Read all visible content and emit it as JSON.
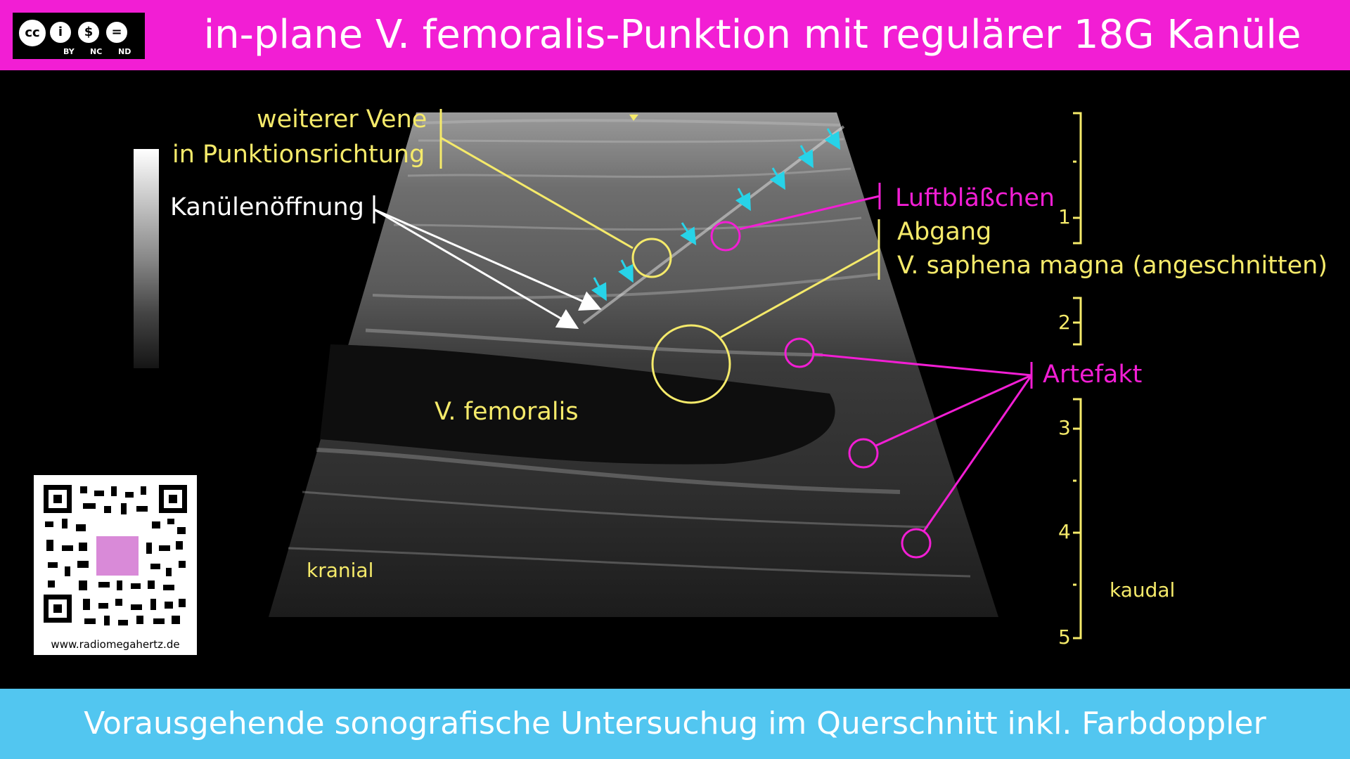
{
  "header": {
    "title": "in-plane V. femoralis-Punktion mit regulärer 18G Kanüle",
    "background": "#f21ed4",
    "license": {
      "icons": [
        "cc-icon",
        "by-icon",
        "nc-icon",
        "nd-icon"
      ],
      "labels": [
        "BY",
        "NC",
        "ND"
      ]
    }
  },
  "footer": {
    "text": "Vorausgehende sonografische Untersuchug im Querschnitt inkl. Farbdoppler",
    "background": "#52c6f0"
  },
  "colors": {
    "yellow": "#f5ea6a",
    "magenta": "#f21ed4",
    "white": "#ffffff",
    "cyan": "#27d3e8"
  },
  "annotations": {
    "weitere_vene": [
      "weiterer Vene",
      "in Punktionsrichtung"
    ],
    "kanuelenoeffnung": "Kanülenöffnung",
    "luftblaesschen": "Luftbläßchen",
    "abgang": [
      "Abgang",
      "V. saphena magna (angeschnitten)"
    ],
    "artefakt": "Artefakt",
    "v_femoralis": "V. femoralis",
    "kranial": "kranial",
    "kaudal": "kaudal"
  },
  "depth_scale": {
    "ticks": [
      "1",
      "2",
      "3",
      "4",
      "5"
    ]
  },
  "qr": {
    "url": "www.radiomegahertz.de"
  }
}
